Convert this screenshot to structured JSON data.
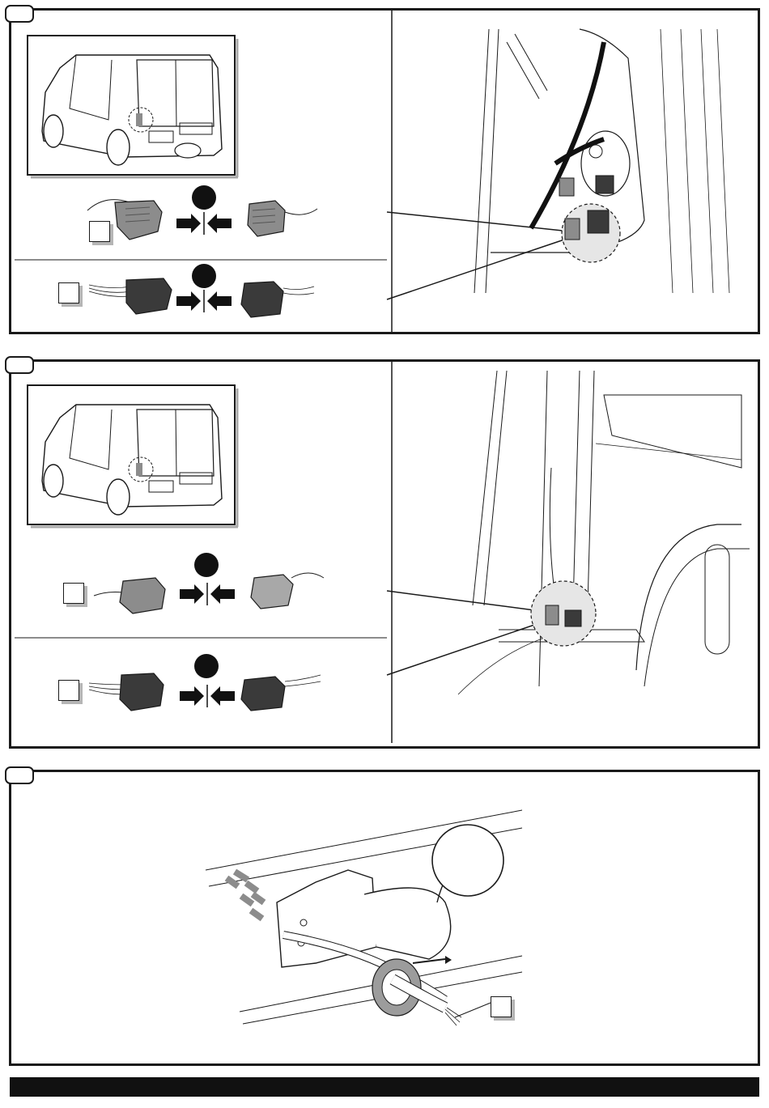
{
  "steps": [
    {
      "id": "step-1",
      "callouts": [
        "",
        ""
      ]
    },
    {
      "id": "step-2",
      "callouts": [
        "",
        ""
      ]
    },
    {
      "id": "step-3",
      "callouts": [
        ""
      ]
    }
  ],
  "colors": {
    "line": "#1a1a1a",
    "connector_grey": "#8c8c8c",
    "connector_dark": "#3a3a3a",
    "shadow": "#b5b5b5",
    "footer": "#111111"
  },
  "icons": [
    "van-rear-icon",
    "connector-plug-icon",
    "push-together-arrows-icon",
    "wiring-harness-icon",
    "tow-ball-icon"
  ]
}
